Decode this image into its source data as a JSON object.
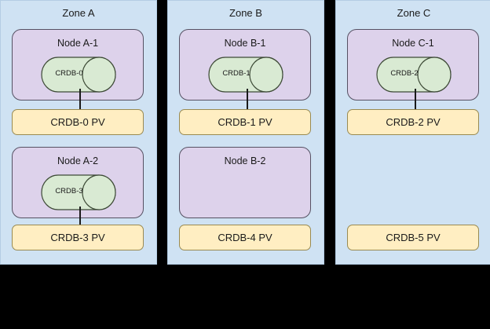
{
  "diagram": {
    "title": "CockroachDB multi-zone node and persistent-volume layout",
    "background_color": "#000000",
    "colors": {
      "zone_fill": "#cfe2f3",
      "zone_stroke": "#b4cde4",
      "node_fill": "#ddd2eb",
      "node_stroke": "#565163",
      "db_fill": "#d9ead3",
      "db_stroke": "#3d4a36",
      "pv_fill": "#ffeec2",
      "pv_stroke": "#998a52",
      "connector": "#1a1a1a",
      "text": "#1a1a1a"
    }
  },
  "zones": [
    {
      "id": "zone-a",
      "label": "Zone A",
      "rows": [
        {
          "node": {
            "label": "Node A-1",
            "present": true
          },
          "database": {
            "label": "CRDB-0",
            "present": true
          },
          "connector": true,
          "pv": {
            "label": "CRDB-0 PV",
            "present": true
          }
        },
        {
          "node": {
            "label": "Node A-2",
            "present": true
          },
          "database": {
            "label": "CRDB-3",
            "present": true
          },
          "connector": true,
          "pv": {
            "label": "CRDB-3 PV",
            "present": true
          }
        }
      ]
    },
    {
      "id": "zone-b",
      "label": "Zone B",
      "rows": [
        {
          "node": {
            "label": "Node B-1",
            "present": true
          },
          "database": {
            "label": "CRDB-1",
            "present": true
          },
          "connector": true,
          "pv": {
            "label": "CRDB-1 PV",
            "present": true
          }
        },
        {
          "node": {
            "label": "Node B-2",
            "present": true
          },
          "database": {
            "label": "",
            "present": false
          },
          "connector": false,
          "pv": {
            "label": "CRDB-4 PV",
            "present": true
          }
        }
      ]
    },
    {
      "id": "zone-c",
      "label": "Zone C",
      "rows": [
        {
          "node": {
            "label": "Node C-1",
            "present": true
          },
          "database": {
            "label": "CRDB-2",
            "present": true
          },
          "connector": true,
          "pv": {
            "label": "CRDB-2 PV",
            "present": true
          }
        },
        {
          "node": {
            "label": "",
            "present": false
          },
          "database": {
            "label": "",
            "present": false
          },
          "connector": false,
          "pv": {
            "label": "CRDB-5 PV",
            "present": true
          }
        }
      ]
    }
  ]
}
